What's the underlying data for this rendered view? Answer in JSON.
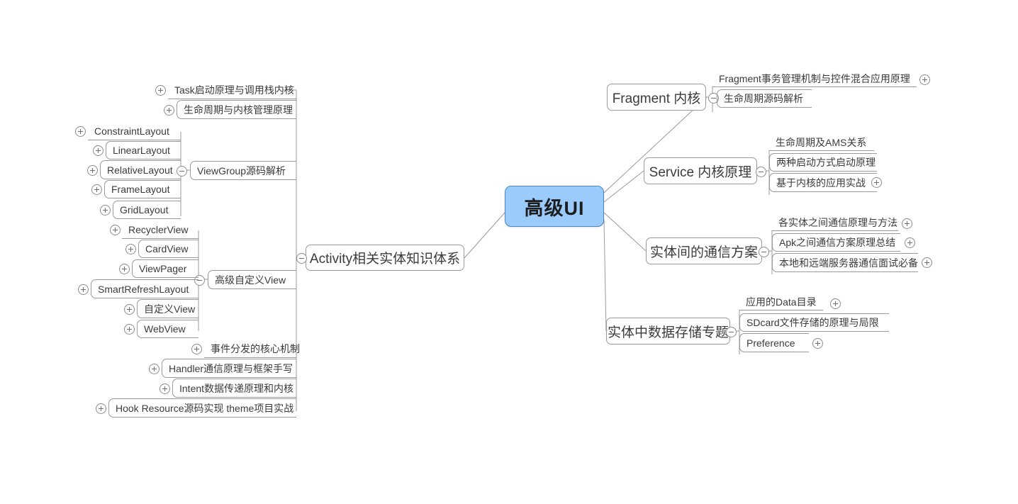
{
  "diagram": {
    "type": "mindmap",
    "title": "高级UI",
    "background": "#ffffff",
    "root": {
      "label": "高级UI",
      "fill": "#9BCBFB",
      "stroke": "#4A86C8"
    },
    "icons": {
      "expand": "circle-plus-icon",
      "collapse": "circle-minus-icon"
    },
    "left_branch": {
      "label": "Activity相关实体知识体系",
      "children": [
        {
          "label": "Task启动原理与调用栈内核",
          "toggle": "plus"
        },
        {
          "label": "生命周期与内核管理原理",
          "toggle": "plus"
        },
        {
          "label": "ViewGroup源码解析",
          "toggle": "minus",
          "children": [
            {
              "label": "ConstraintLayout",
              "toggle": "plus"
            },
            {
              "label": "LinearLayout",
              "toggle": "plus"
            },
            {
              "label": "RelativeLayout",
              "toggle": "plus"
            },
            {
              "label": "FrameLayout",
              "toggle": "plus"
            },
            {
              "label": "GridLayout",
              "toggle": "plus"
            }
          ]
        },
        {
          "label": "高级自定义View",
          "toggle": "minus",
          "children": [
            {
              "label": "RecyclerView",
              "toggle": "plus"
            },
            {
              "label": "CardView",
              "toggle": "plus"
            },
            {
              "label": "ViewPager",
              "toggle": "plus"
            },
            {
              "label": "SmartRefreshLayout",
              "toggle": "plus"
            },
            {
              "label": "自定义View",
              "toggle": "plus"
            },
            {
              "label": "WebView",
              "toggle": "plus"
            }
          ]
        },
        {
          "label": "事件分发的核心机制",
          "toggle": "plus"
        },
        {
          "label": "Handler通信原理与框架手写",
          "toggle": "plus"
        },
        {
          "label": "Intent数据传递原理和内核",
          "toggle": "plus"
        },
        {
          "label": "Hook Resource源码实现 theme项目实战",
          "toggle": "plus"
        }
      ]
    },
    "right_branches": [
      {
        "label": "Fragment 内核",
        "toggle": "minus",
        "children": [
          {
            "label": "Fragment事务管理机制与控件混合应用原理",
            "toggle": "plus"
          },
          {
            "label": "生命周期源码解析",
            "toggle": "none"
          }
        ]
      },
      {
        "label": "Service 内核原理",
        "toggle": "minus",
        "children": [
          {
            "label": "生命周期及AMS关系",
            "toggle": "none"
          },
          {
            "label": "两种启动方式启动原理",
            "toggle": "none"
          },
          {
            "label": "基于内核的应用实战",
            "toggle": "plus"
          }
        ]
      },
      {
        "label": "实体间的通信方案",
        "toggle": "minus",
        "children": [
          {
            "label": "各实体之间通信原理与方法",
            "toggle": "plus"
          },
          {
            "label": "Apk之间通信方案原理总结",
            "toggle": "plus"
          },
          {
            "label": "本地和远端服务器通信面试必备",
            "toggle": "plus"
          }
        ]
      },
      {
        "label": "实体中数据存储专题",
        "toggle": "minus",
        "children": [
          {
            "label": "应用的Data目录",
            "toggle": "plus"
          },
          {
            "label": "SDcard文件存储的原理与局限",
            "toggle": "none"
          },
          {
            "label": "Preference",
            "toggle": "plus"
          }
        ]
      }
    ]
  }
}
